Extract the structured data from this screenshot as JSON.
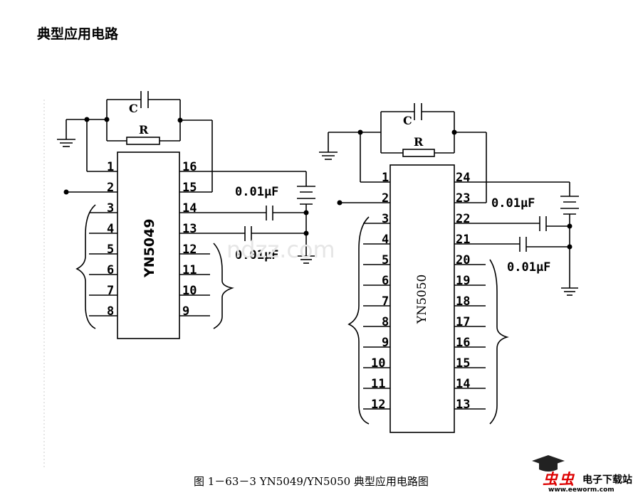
{
  "page": {
    "title": "典型应用电路",
    "caption": "图 1－63－3   YN5049/YN5050 典型应用电路图"
  },
  "chip1": {
    "name": "YN5049",
    "left_pins": [
      "1",
      "2",
      "3",
      "4",
      "5",
      "6",
      "7",
      "8"
    ],
    "right_pins": [
      "16",
      "15",
      "14",
      "13",
      "12",
      "11",
      "10",
      "9"
    ],
    "cap_label": "C",
    "res_label": "R",
    "cap_value_top": "0.01μF",
    "cap_value_bottom": "0.01μF"
  },
  "chip2": {
    "name": "YN5050",
    "left_pins": [
      "1",
      "2",
      "3",
      "4",
      "5",
      "6",
      "7",
      "8",
      "9",
      "10",
      "11",
      "12"
    ],
    "right_pins": [
      "24",
      "23",
      "22",
      "21",
      "20",
      "19",
      "18",
      "17",
      "16",
      "15",
      "14",
      "13"
    ],
    "cap_label": "C",
    "res_label": "R",
    "cap_value_top": "0.01μF",
    "cap_value_bottom": "0.01μF"
  },
  "watermark": {
    "center": "ndzz.com",
    "brand_cn": "电子下载站",
    "brand_url": "www.eeworm.com"
  }
}
